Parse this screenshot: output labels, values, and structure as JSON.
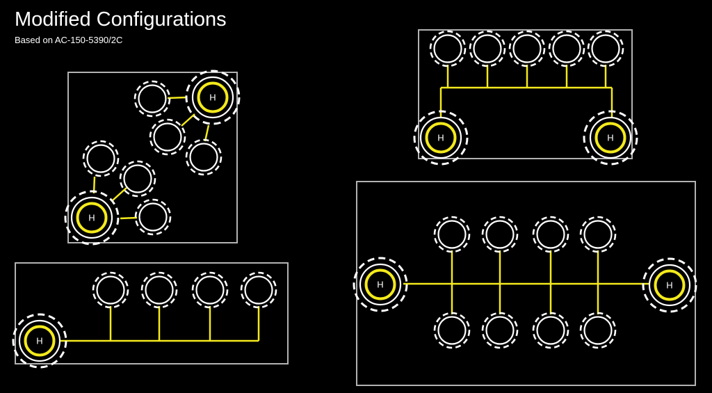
{
  "title": "Modified Configurations",
  "subtitle": "Based on AC-150-5390/2C",
  "helipad_label": "H",
  "colors": {
    "background": "#000000",
    "frame": "#b3b3b3",
    "link": "#f4ea1c",
    "ring": "#ffffff",
    "text": "#ffffff"
  },
  "icons": {
    "helipad": "helipad-icon",
    "parking_stand": "parking-stand-icon"
  }
}
